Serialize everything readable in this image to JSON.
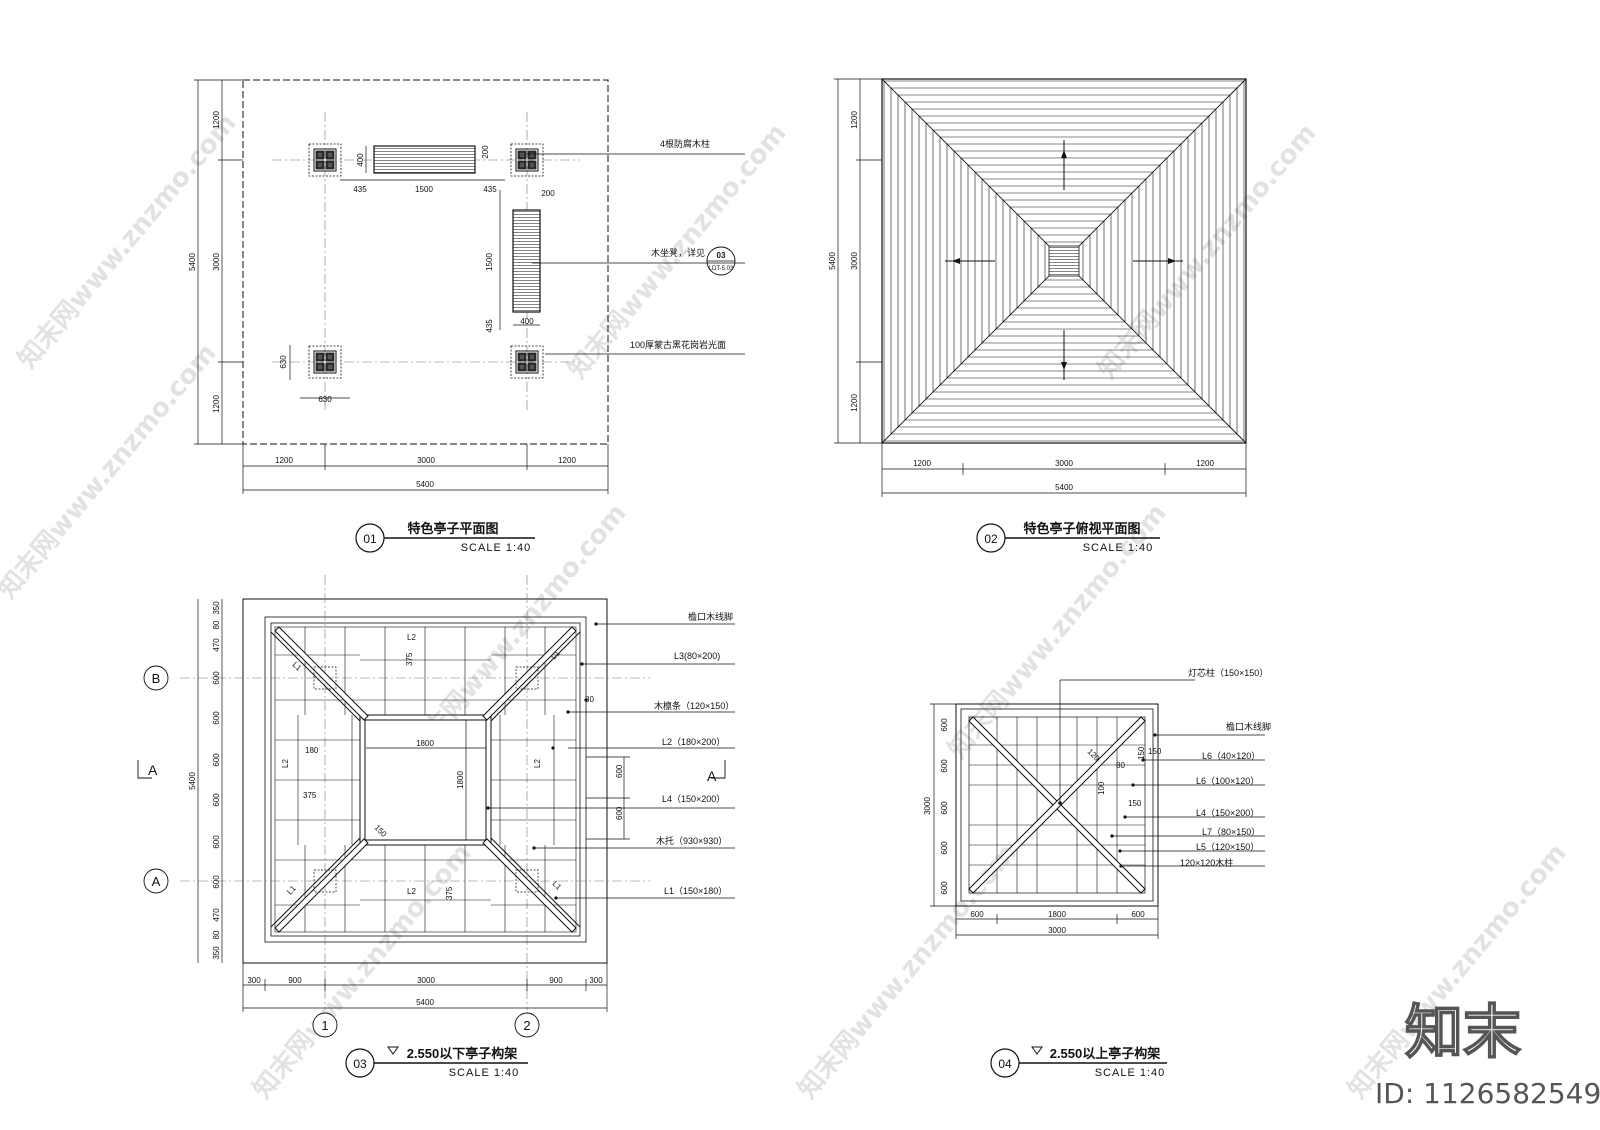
{
  "drawing01": {
    "num": "01",
    "title": "特色亭子平面图",
    "scale": "SCALE 1:40",
    "notes": [
      "4根防腐木柱",
      "木坐凳，详见",
      "100厚蒙古黑花岗岩光面"
    ],
    "ref": {
      "top": "03",
      "bottom": "LDT-5.03"
    },
    "dims": {
      "bottom": [
        "1200",
        "3000",
        "1200"
      ],
      "total": "5400",
      "left": [
        "1200",
        "3000",
        "1200"
      ],
      "left_total": "5400",
      "bench_h": [
        "435",
        "1500",
        "435"
      ],
      "bench_h_side": "400",
      "bench_v": [
        "1500",
        "435"
      ],
      "bench_v_w": "400",
      "bench_v_top": "200",
      "bench_v_off": "200",
      "col_w": "630",
      "col_h": "630"
    }
  },
  "drawing02": {
    "num": "02",
    "title": "特色亭子俯视平面图",
    "scale": "SCALE 1:40",
    "dims": {
      "bottom": [
        "1200",
        "3000",
        "1200"
      ],
      "total": "5400",
      "left": [
        "1200",
        "3000",
        "1200"
      ],
      "left_total": "5400"
    }
  },
  "drawing03": {
    "num": "03",
    "title": "2.550以下亭子构架",
    "scale": "SCALE 1:40",
    "grid_labels": {
      "B": "B",
      "A": "A",
      "c1": "1",
      "c2": "2"
    },
    "section_mark": "A",
    "beam_labels": [
      "L2",
      "L2",
      "L2",
      "L2",
      "L1",
      "L1",
      "L1",
      "L1"
    ],
    "notes": [
      "檐口木线脚",
      "L3(80×200)",
      "木檩条（120×150）",
      "L2（180×200）",
      "L4（150×200）",
      "木托（930×930）",
      "L1（150×180）"
    ],
    "inner": {
      "w": "1800",
      "h": "1800",
      "a": "180",
      "b": "375",
      "c": "375",
      "d": "375",
      "e": "150",
      "f": "80",
      "g": "600",
      "h2": "600"
    },
    "dims": {
      "left": [
        "350",
        "80",
        "470",
        "600",
        "600",
        "600",
        "600",
        "600",
        "600",
        "470",
        "80",
        "350"
      ],
      "left_total": "5400",
      "bottom": [
        "300",
        "900",
        "3000",
        "900",
        "300"
      ],
      "total": "5400"
    }
  },
  "drawing04": {
    "num": "04",
    "title": "2.550以上亭子构架",
    "scale": "SCALE 1:40",
    "notes": [
      "灯芯柱（150×150）",
      "檐口木线脚",
      "L6（40×120）",
      "L6（100×120）",
      "L4（150×200）",
      "L7（80×150）",
      "L5（120×150）",
      "120×120木柱"
    ],
    "inner": {
      "a": "150",
      "b": "80",
      "c": "100",
      "d": "150",
      "e": "120",
      "f": "150"
    },
    "dims": {
      "left": [
        "600",
        "600",
        "600",
        "600",
        "600"
      ],
      "left_total": "3000",
      "bottom": [
        "600",
        "1800",
        "600"
      ],
      "total": "3000"
    }
  },
  "branding": {
    "logo": "知末",
    "id": "ID: 1126582549",
    "watermark": "知末网www.znzmo.com"
  }
}
